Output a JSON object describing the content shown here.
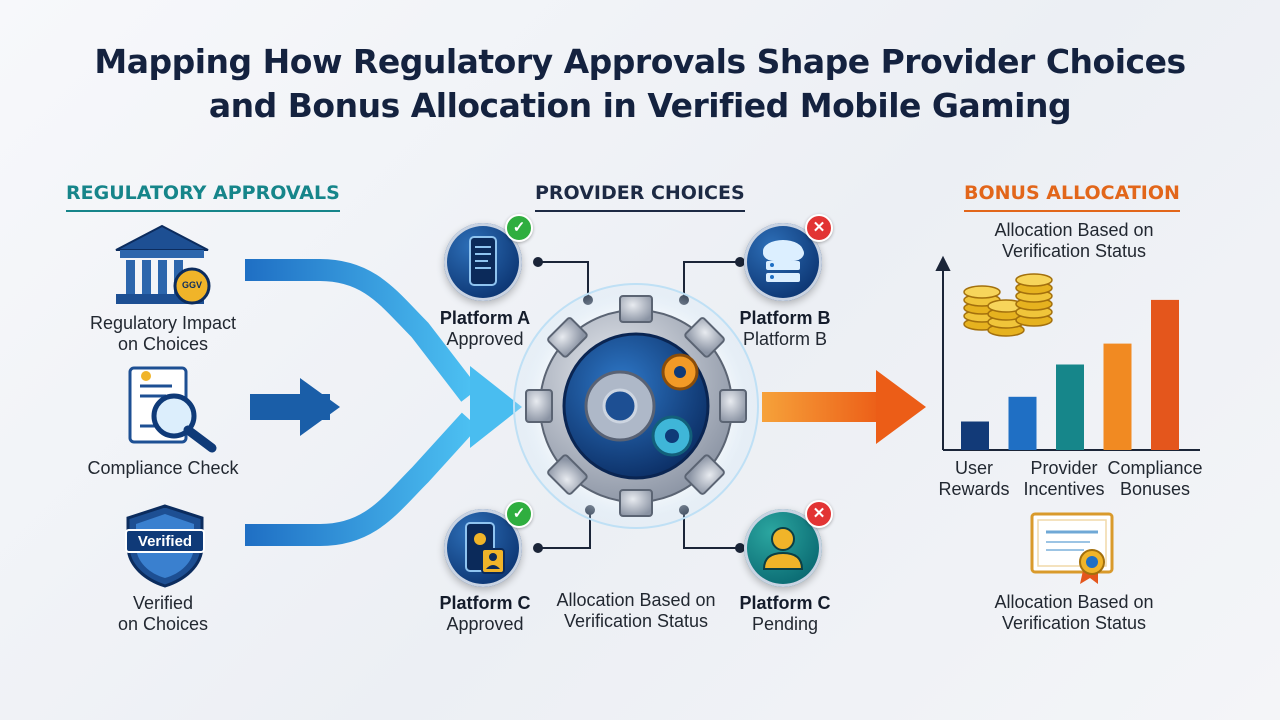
{
  "title": {
    "line1": "Mapping How Regulatory Approvals Shape Provider Choices",
    "line2": "and Bonus Allocation in Verified Mobile Gaming"
  },
  "regulatory": {
    "heading": "REGULATORY APPROVALS",
    "color": "#16858a",
    "items": [
      {
        "icon": "government-building-icon",
        "badge_text": "GGV",
        "label1": "Regulatory Impact",
        "label2": "on Choices"
      },
      {
        "icon": "document-search-icon",
        "label1": "Compliance Check",
        "label2": ""
      },
      {
        "icon": "verified-shield-icon",
        "badge_text": "Verified",
        "label1": "Verified",
        "label2": "on Choices"
      }
    ]
  },
  "providers": {
    "heading": "PROVIDER CHOICES",
    "color": "#1d2a44",
    "hub_icon": "gears-icon",
    "center_caption1": "Allocation Based on",
    "center_caption2": "Verification Status",
    "platforms": [
      {
        "id": "a",
        "name": "Platform A",
        "status": "Approved",
        "badge": "check",
        "icon": "mobile-phone-icon"
      },
      {
        "id": "b",
        "name": "Platform B",
        "status": "Platform B",
        "badge": "cross",
        "icon": "cloud-server-icon"
      },
      {
        "id": "c1",
        "name": "Platform C",
        "status": "Approved",
        "badge": "check",
        "icon": "mobile-user-icon"
      },
      {
        "id": "c2",
        "name": "Platform C",
        "status": "Pending",
        "badge": "cross",
        "icon": "user-icon"
      }
    ]
  },
  "bonus": {
    "heading": "BONUS ALLOCATION",
    "color": "#e2661a",
    "chart_caption1": "Allocation Based on",
    "chart_caption2": "Verification Status",
    "bottom_caption1": "Allocation Based on",
    "bottom_caption2": "Verification Status",
    "coins_icon": "coin-stack-icon",
    "certificate_icon": "certificate-icon"
  },
  "chart_data": {
    "type": "bar",
    "title": "",
    "categories": [
      "User Rewards",
      "Provider Incentives",
      "Compliance Bonuses"
    ],
    "category_lines": [
      [
        "User",
        "Rewards"
      ],
      [
        "Provider",
        "Incentives"
      ],
      [
        "Compliance",
        "Bonuses"
      ]
    ],
    "bars": [
      {
        "value": 1.5,
        "color": "#123a78"
      },
      {
        "value": 2.8,
        "color": "#1f6fc4"
      },
      {
        "value": 4.5,
        "color": "#16868a"
      },
      {
        "value": 5.6,
        "color": "#f18a22"
      },
      {
        "value": 7.9,
        "color": "#e4561c"
      }
    ],
    "ylim": [
      0,
      10
    ],
    "grid": false,
    "xlabel": "",
    "ylabel": ""
  },
  "colors": {
    "blue_arrow": "#2b8fd8",
    "orange_arrow": "#f07a1c",
    "navy": "#0f3a78",
    "teal": "#16858a",
    "orange": "#e2661a"
  }
}
